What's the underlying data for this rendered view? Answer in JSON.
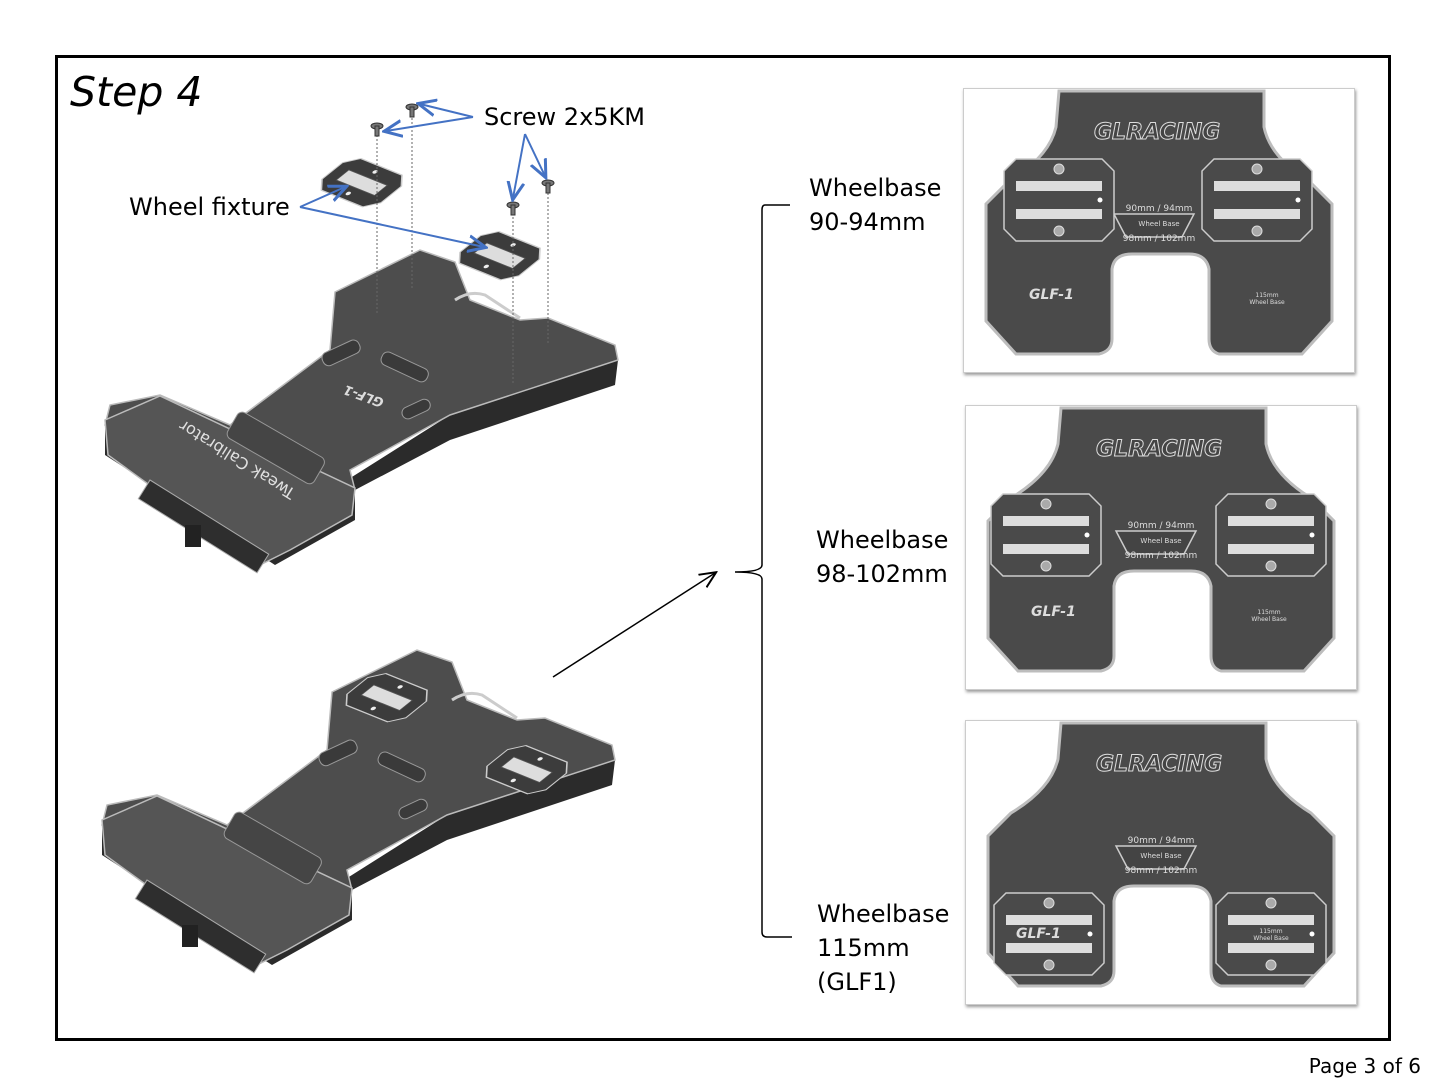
{
  "step_title": "Step 4",
  "labels": {
    "screw": "Screw 2x5KM",
    "fixture": "Wheel fixture"
  },
  "options": [
    {
      "line1": "Wheelbase",
      "line2": "90-94mm"
    },
    {
      "line1": "Wheelbase",
      "line2": "98-102mm"
    },
    {
      "line1": "Wheelbase",
      "line2": "115mm",
      "line3": "(GLF1)"
    }
  ],
  "plate_markings": {
    "brand": "GLRACING",
    "wb_small": "90mm / 94mm",
    "wb_label": "Wheel Base",
    "wb_large": "98mm / 102mm",
    "model": "GLF-1",
    "wb_115_a": "115mm",
    "wb_115_b": "Wheel Base",
    "calibrator": "Tweak Calibrator"
  },
  "colors": {
    "arrow": "#4472c4",
    "plate": "#4a4a4a",
    "edge": "#bdbdbd"
  },
  "footer": "Page 3 of 6"
}
